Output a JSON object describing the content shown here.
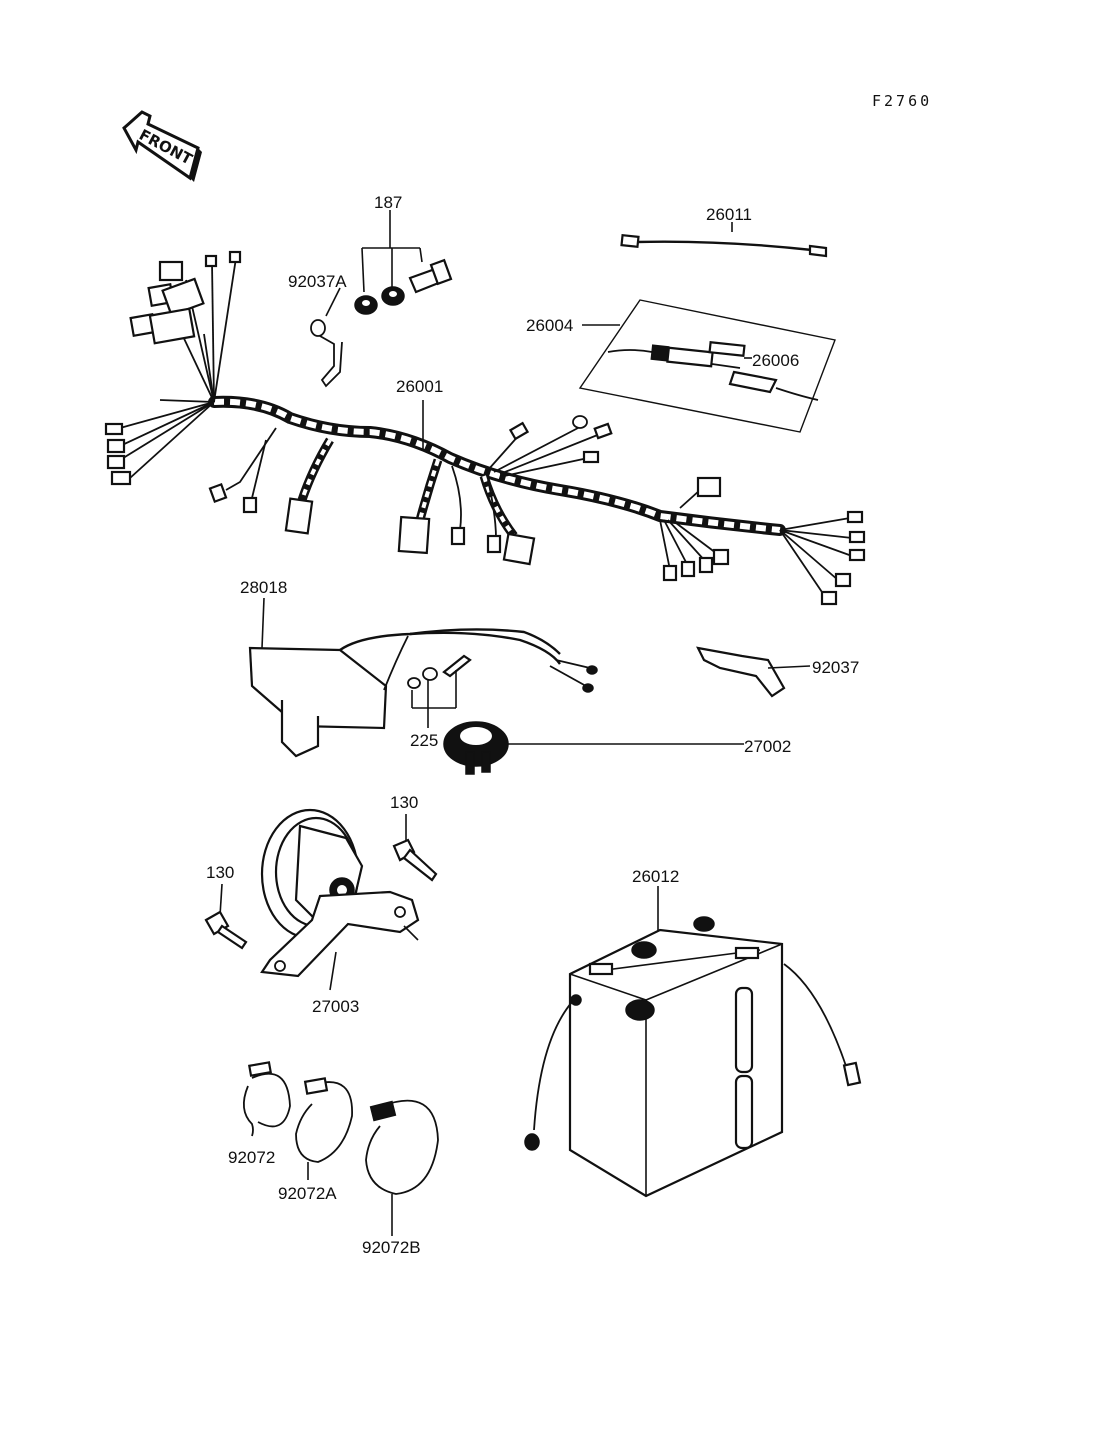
{
  "diagram": {
    "figure_code": "F2760",
    "front_label": "FRONT",
    "callouts": {
      "p187": "187",
      "p92037A": "92037A",
      "p26011": "26011",
      "p26004": "26004",
      "p26006": "26006",
      "p26001": "26001",
      "p28018": "28018",
      "p92037": "92037",
      "p225": "225",
      "p27002": "27002",
      "p130a": "130",
      "p130b": "130",
      "p26012": "26012",
      "p27003": "27003",
      "p92072": "92072",
      "p92072A": "92072A",
      "p92072B": "92072B"
    }
  }
}
